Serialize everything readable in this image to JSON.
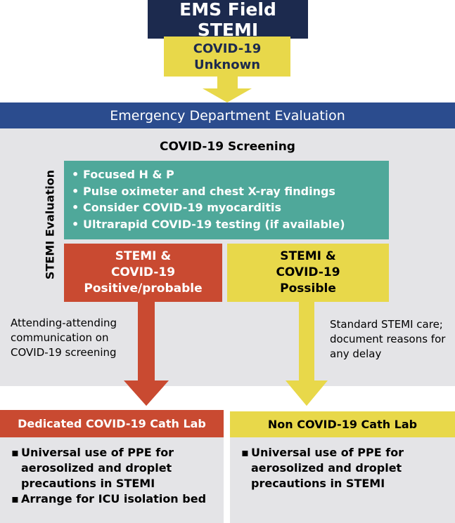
{
  "top": {
    "title": "EMS Field STEMI",
    "covid_line1": "COVID-19",
    "covid_line2": "Unknown"
  },
  "ed": {
    "header": "Emergency Department Evaluation",
    "screening": "COVID-19 Screening",
    "side_label": "STEMI Evaluation",
    "evaluation_items": [
      "Focused H & P",
      "Pulse oximeter and chest X-ray findings",
      "Consider COVID-19 myocarditis",
      "Ultrarapid COVID-19 testing (if available)"
    ]
  },
  "branches": {
    "left": {
      "line1": "STEMI &",
      "line2": "COVID-19",
      "line3": "Positive/probable",
      "note_line1": "Attending-attending",
      "note_line2": "communication on",
      "note_line3": "COVID-19 screening"
    },
    "right": {
      "line1": "STEMI &",
      "line2": "COVID-19",
      "line3": "Possible",
      "note_line1": "Standard STEMI care;",
      "note_line2": "document reasons for",
      "note_line3": "any delay"
    }
  },
  "cath_labs": {
    "left": {
      "title": "Dedicated COVID-19 Cath Lab",
      "bullets": [
        "Universal use of PPE for aerosolized and droplet precautions in STEMI",
        "Arrange for ICU isolation bed"
      ]
    },
    "right": {
      "title": "Non COVID-19 Cath Lab",
      "bullets": [
        "Universal use of PPE for aerosolized and droplet precautions in STEMI"
      ]
    }
  },
  "colors": {
    "navy": "#1c2a4e",
    "blue_bar": "#2b4c8e",
    "yellow": "#e8d84a",
    "teal": "#4fa89a",
    "red": "#c94a31",
    "gray": "#e4e4e7"
  }
}
